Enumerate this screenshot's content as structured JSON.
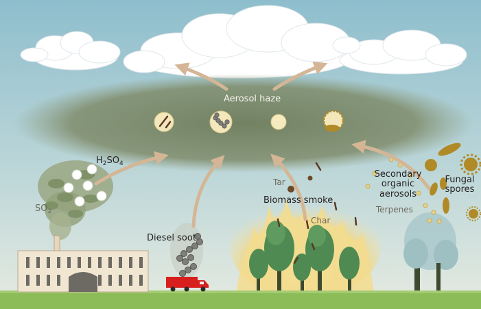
{
  "labels": {
    "aerosol_haze": "Aerosol haze",
    "h2so4": "H",
    "h2so4_sub": "2",
    "h2so4_rest": "SO",
    "h2so4_sub2": "4",
    "so2": "SO",
    "so2_sub": "2",
    "diesel_soot": "Diesel soot",
    "tar": "Tar",
    "biomass_smoke": "Biomass smoke",
    "char": "Char",
    "secondary_line1": "Secondary",
    "secondary_line2": "organic",
    "secondary_line3": "aerosols",
    "terpenes": "Terpenes",
    "fungal_line1": "Fungal",
    "fungal_line2": "spores"
  },
  "colors": {
    "sky_top": "#8fbfcf",
    "sky_bottom": "#e4eae0",
    "haze": "#7d8a68",
    "arrow": "#d4b696",
    "ground": "#8cbc58",
    "factory": "#f1e6d2",
    "truck": "#d7201e",
    "fire": "#f0d98c",
    "tree": "#4e8a52",
    "fungal": "#b08a26"
  }
}
